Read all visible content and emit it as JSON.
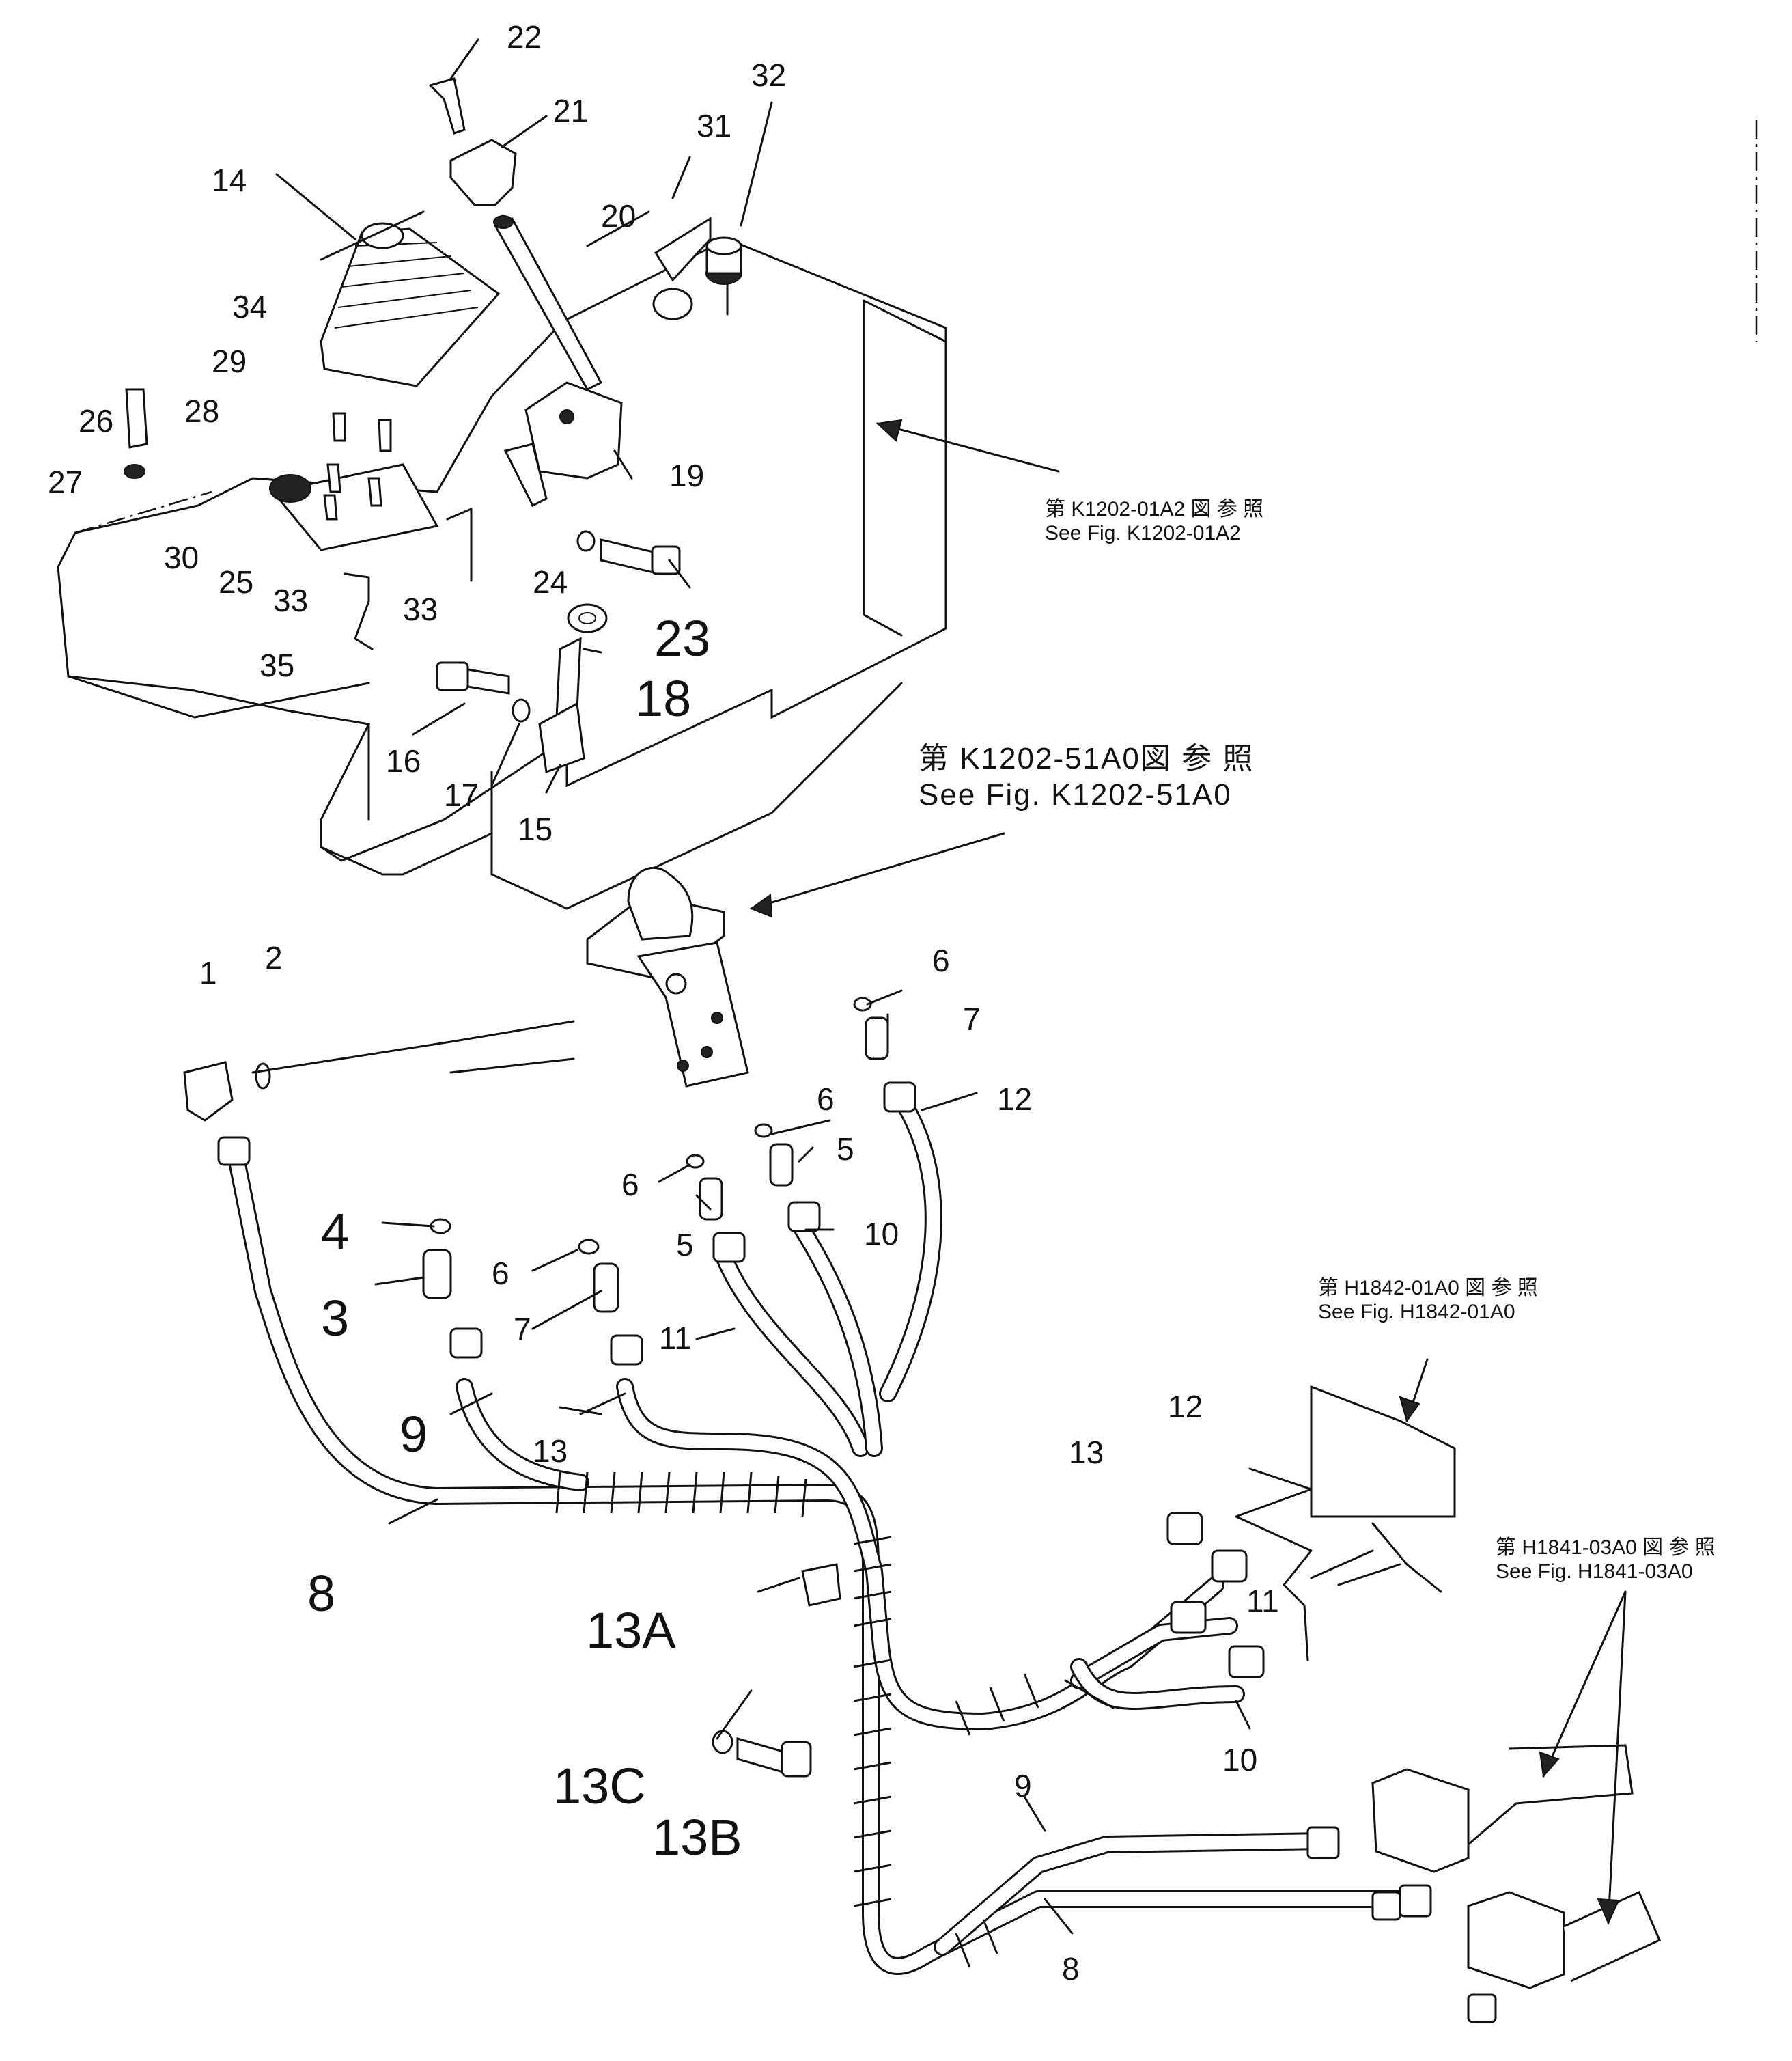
{
  "labels": {
    "n1": "1",
    "n2": "2",
    "n3": "3",
    "n4": "4",
    "n5a": "5",
    "n5b": "5",
    "n6a": "6",
    "n6b": "6",
    "n6c": "6",
    "n6d": "6",
    "n7a": "7",
    "n7b": "7",
    "n8a": "8",
    "n8b": "8",
    "n9a": "9",
    "n9b": "9",
    "n10a": "10",
    "n10b": "10",
    "n11a": "11",
    "n11b": "11",
    "n12a": "12",
    "n12b": "12",
    "n13a": "13",
    "n13b": "13",
    "n13A": "13A",
    "n13B": "13B",
    "n13C": "13C",
    "n14": "14",
    "n15": "15",
    "n16": "16",
    "n17": "17",
    "n18": "18",
    "n19": "19",
    "n20": "20",
    "n21": "21",
    "n22": "22",
    "n23": "23",
    "n24": "24",
    "n25": "25",
    "n26": "26",
    "n27": "27",
    "n28": "28",
    "n29": "29",
    "n30": "30",
    "n31": "31",
    "n32": "32",
    "n33a": "33",
    "n33b": "33",
    "n34": "34",
    "n35": "35"
  },
  "references": {
    "k120201a2_jp": "第 K1202-01A2 図 参 照",
    "k120201a2_en": "See Fig. K1202-01A2",
    "k120251a0_jp": "第 K1202-51A0図 参 照",
    "k120251a0_en": "See Fig. K1202-51A0",
    "h184201a0_jp": "第 H1842-01A0 図 参 照",
    "h184201a0_en": "See Fig. H1842-01A0",
    "h184103a0_jp": "第 H1841-03A0 図 参 照",
    "h184103a0_en": "See Fig. H1841-03A0"
  }
}
